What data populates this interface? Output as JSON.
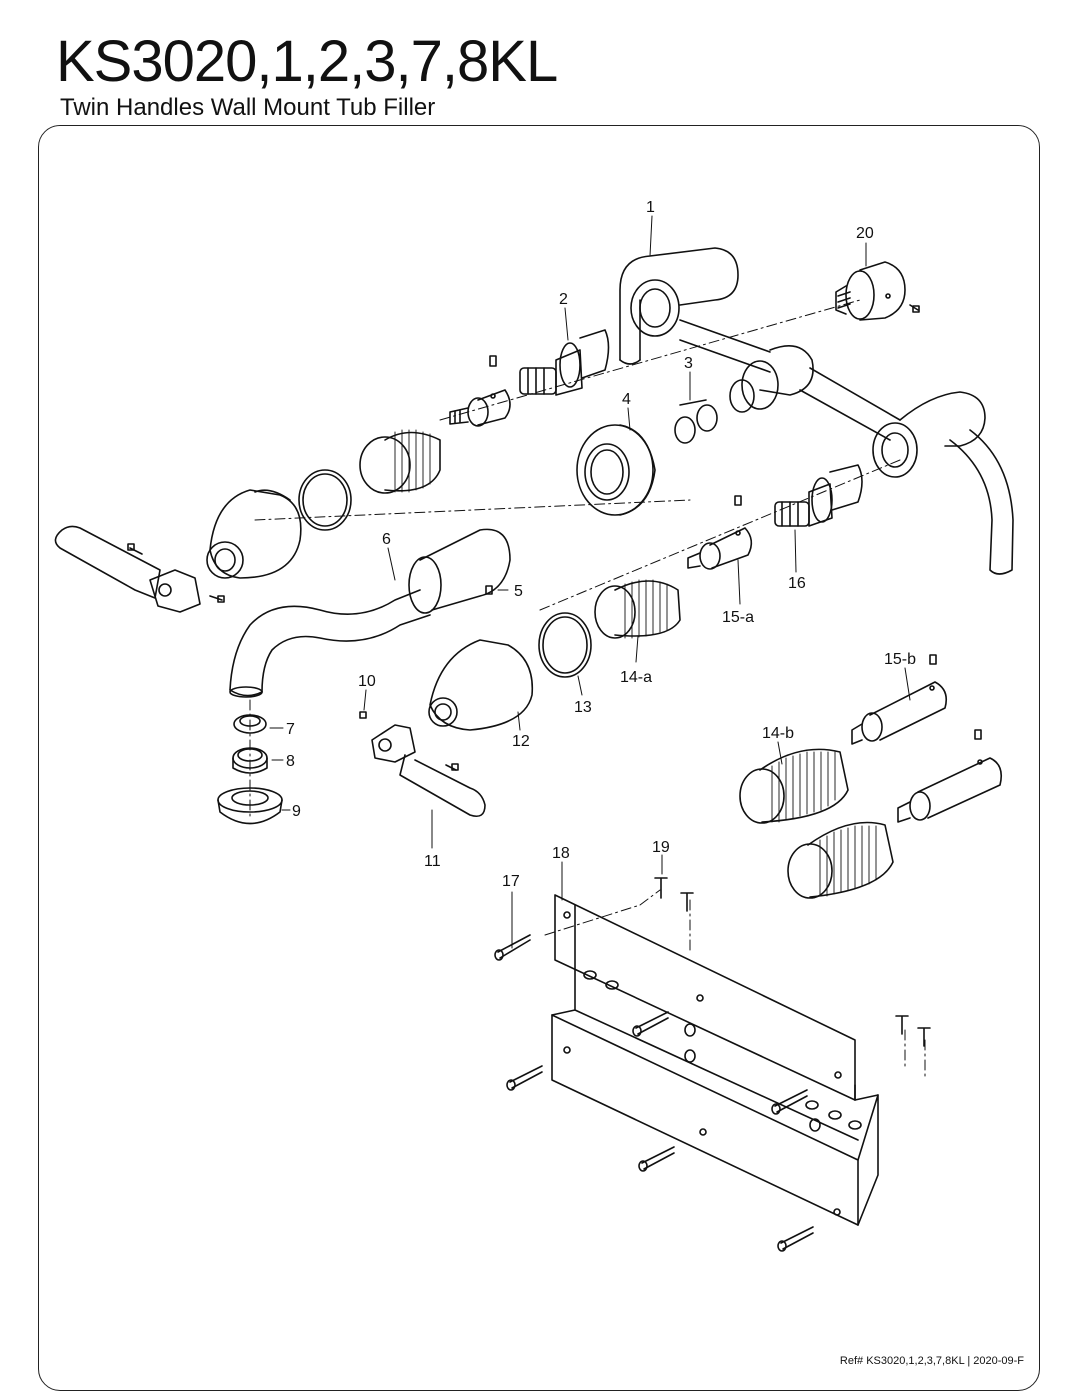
{
  "header": {
    "title": "KS3020,1,2,3,7,8KL",
    "subtitle": "Twin Handles Wall Mount Tub Filler"
  },
  "footer": {
    "reference": "Ref# KS3020,1,2,3,7,8KL | 2020-09-F"
  },
  "diagram": {
    "part_labels": [
      "1",
      "2",
      "3",
      "4",
      "5",
      "6",
      "7",
      "8",
      "9",
      "10",
      "11",
      "12",
      "13",
      "14-a",
      "14-b",
      "15-a",
      "15-b",
      "16",
      "17",
      "18",
      "19",
      "20"
    ]
  }
}
